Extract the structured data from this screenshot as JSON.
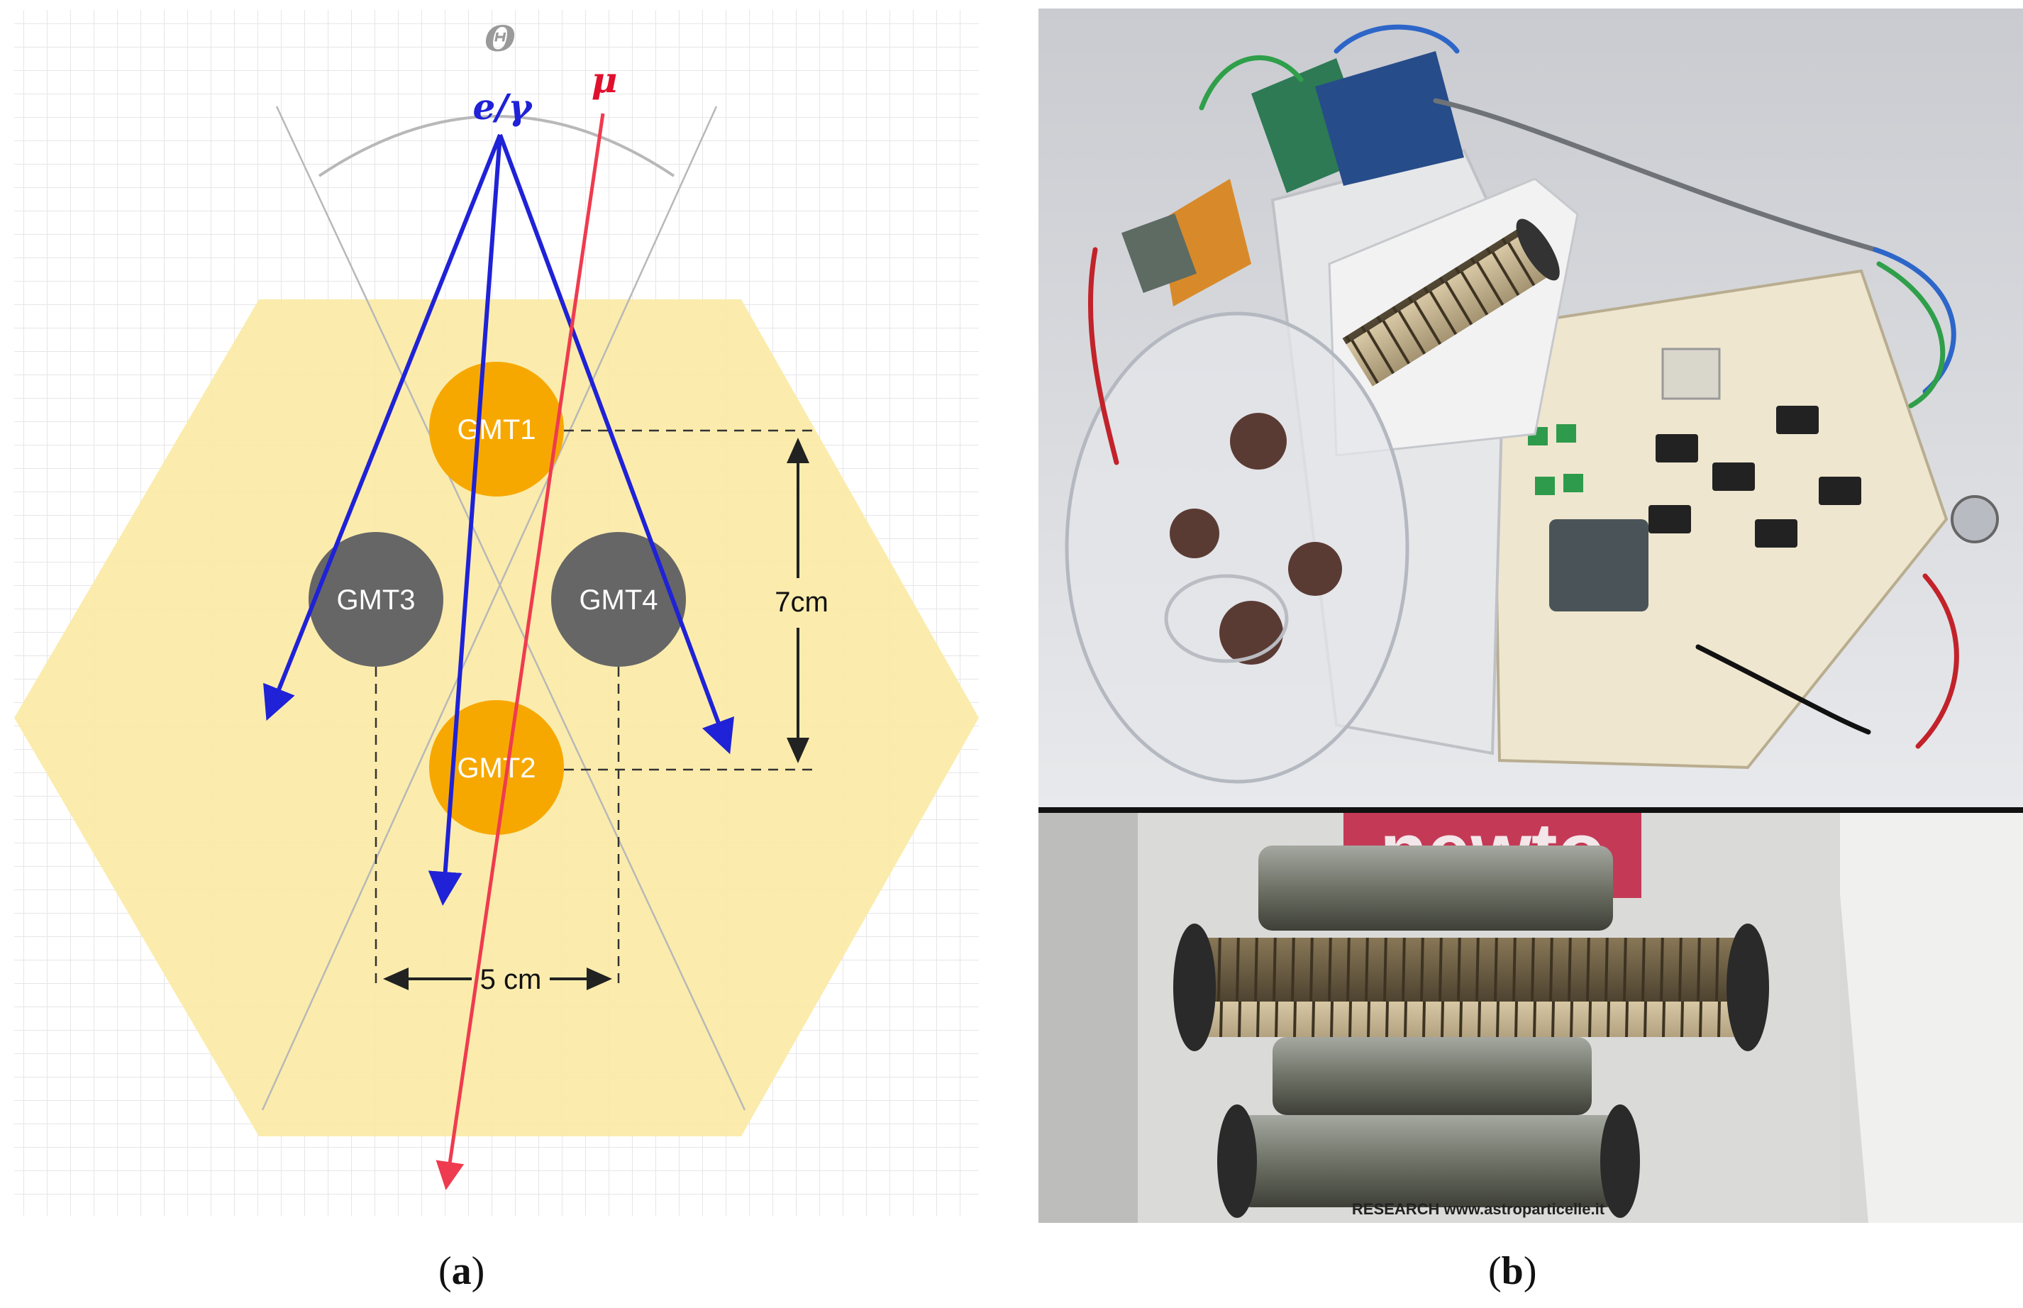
{
  "diagram": {
    "angle_label": "Θ",
    "particles": {
      "electron_gamma": "e/γ",
      "muon": "μ"
    },
    "tubes": {
      "gmt1": "GMT1",
      "gmt2": "GMT2",
      "gmt3": "GMT3",
      "gmt4": "GMT4"
    },
    "dimensions": {
      "vertical": "7cm",
      "horizontal": "5 cm"
    },
    "colors": {
      "hexagon": "#fbeaa6",
      "active_tube": "#f7a800",
      "inactive_tube": "#666666",
      "electron_track": "#1f22d6",
      "muon_track": "#ef3b4f",
      "cone_lines": "#b8b8b8"
    }
  },
  "photo": {
    "newton_logo": "newto",
    "research_text": "RESEARCH www.astroparticelle.it"
  },
  "captions": {
    "a": "a",
    "b": "b"
  }
}
